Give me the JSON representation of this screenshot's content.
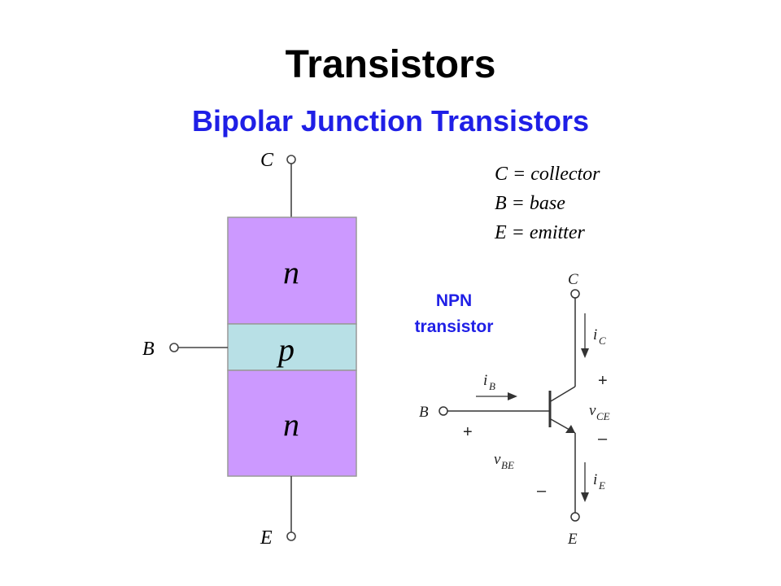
{
  "slide": {
    "title": "Transistors",
    "subtitle": "Bipolar Junction Transistors"
  },
  "legend": {
    "collector": "C = collector",
    "base": "B = base",
    "emitter": "E = emitter"
  },
  "structure": {
    "terminal_c": "C",
    "terminal_b": "B",
    "terminal_e": "E",
    "layer_top": "n",
    "layer_mid": "p",
    "layer_bottom": "n",
    "colors": {
      "n_region": "#cc99ff",
      "p_region": "#b8e0e6"
    }
  },
  "symbol": {
    "caption_line1": "NPN",
    "caption_line2": "transistor",
    "label_c": "C",
    "label_b": "B",
    "label_e": "E",
    "ic": {
      "main": "i",
      "sub": "C"
    },
    "ib": {
      "main": "i",
      "sub": "B"
    },
    "ie": {
      "main": "i",
      "sub": "E"
    },
    "vce": {
      "main": "v",
      "sub": "CE"
    },
    "vbe": {
      "main": "v",
      "sub": "BE"
    },
    "plus": "+",
    "minus": "–"
  }
}
